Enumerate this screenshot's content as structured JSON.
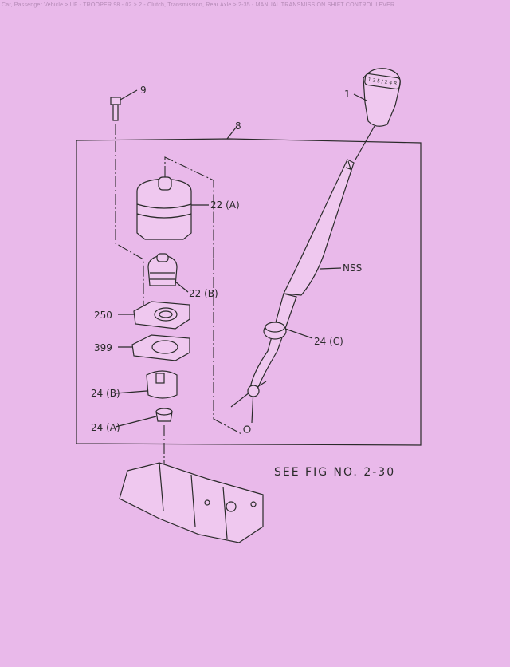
{
  "header": {
    "breadcrumb": "Car, Passenger Vehicle > UF - TROOPER 98 - 02 > 2 - Clutch, Transmission, Rear Axle > 2-35 - MANUAL TRANSMISSION SHIFT CONTROL LEVER"
  },
  "diagram": {
    "callouts": {
      "p1": "1",
      "p8": "8",
      "p9": "9",
      "p22a": "22 (A)",
      "p22b": "22 (B)",
      "p250": "250",
      "p399": "399",
      "p24a": "24 (A)",
      "p24b": "24 (B)",
      "p24c": "24 (C)",
      "nss": "NSS"
    },
    "knob_pattern": "1 3 5 / 2 4 R",
    "reference": "SEE FIG NO. 2-30"
  }
}
